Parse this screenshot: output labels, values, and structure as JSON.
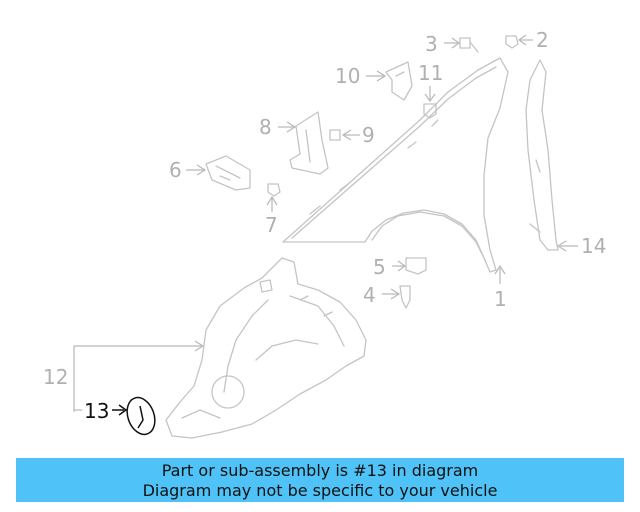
{
  "callouts": {
    "c1": "1",
    "c2": "2",
    "c3": "3",
    "c4": "4",
    "c5": "5",
    "c6": "6",
    "c7": "7",
    "c8": "8",
    "c9": "9",
    "c10": "10",
    "c11": "11",
    "c12": "12",
    "c13": "13",
    "c14": "14"
  },
  "highlight": {
    "part_number": "13",
    "color": "#111111"
  },
  "banner": {
    "line1": "Part or sub-assembly is #13 in diagram",
    "line2": "Diagram may not be specific to your vehicle",
    "background": "#4fc3f7"
  }
}
